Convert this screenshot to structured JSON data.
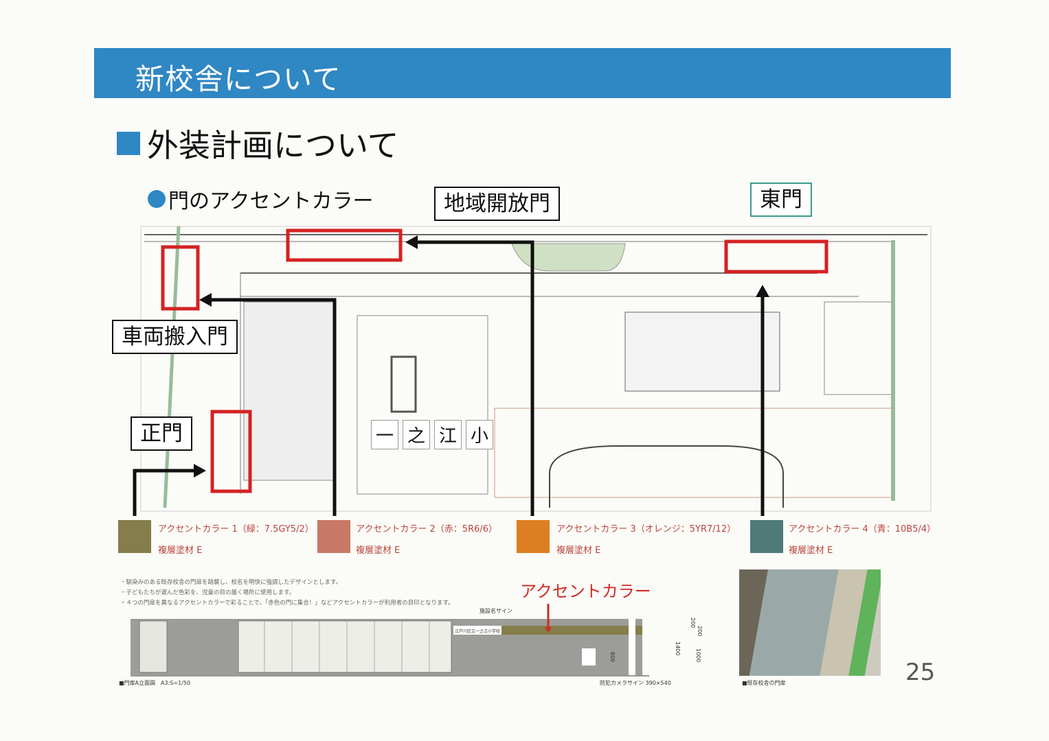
{
  "header": {
    "title": "新校舎について"
  },
  "section": {
    "title": "外装計画について"
  },
  "subsection": {
    "title": "門のアクセントカラー"
  },
  "gate_labels": {
    "community": "地域開放門",
    "east": "東門",
    "vehicle": "車両搬入門",
    "main": "正門"
  },
  "plan": {
    "school_chars": [
      "一",
      "之",
      "江",
      "小"
    ]
  },
  "accent_colors": [
    {
      "label": "アクセントカラー 1（緑：7.5GY5/2）",
      "material": "複層塗材 E",
      "color": "#857d4a"
    },
    {
      "label": "アクセントカラー 2（赤：5R6/6）",
      "material": "複層塗材 E",
      "color": "#c87866"
    },
    {
      "label": "アクセントカラー 3（オレンジ：5YR7/12）",
      "material": "複層塗材 E",
      "color": "#dd7e22"
    },
    {
      "label": "アクセントカラー 4（青：10B5/4）",
      "material": "複層塗材 E",
      "color": "#4f7a78"
    }
  ],
  "notes": [
    "・馴染みのある既存校舎の門扉を踏襲し、校名を明快に強調したデザインとします。",
    "・子どもたちが選んだ色彩を、児童の目の届く場所に使用します。",
    "・４つの門扉を異なるアクセントカラーで彩ることで、「赤色の門に集合！」などアクセントカラーが利用者の目印となります。"
  ],
  "accent_callout": "アクセントカラー",
  "elevation": {
    "facility_sign": "施設名サイン",
    "school_sign": "江戸川区立一之江小学校",
    "camera_sign": "防犯カメラサイン 390×540",
    "caption": "■門扉A立面図　A3:S=1/50",
    "dims": [
      "200",
      "200",
      "1400",
      "1000",
      "800"
    ]
  },
  "photo": {
    "caption": "■既存校舎の門扉"
  },
  "page_number": "25"
}
